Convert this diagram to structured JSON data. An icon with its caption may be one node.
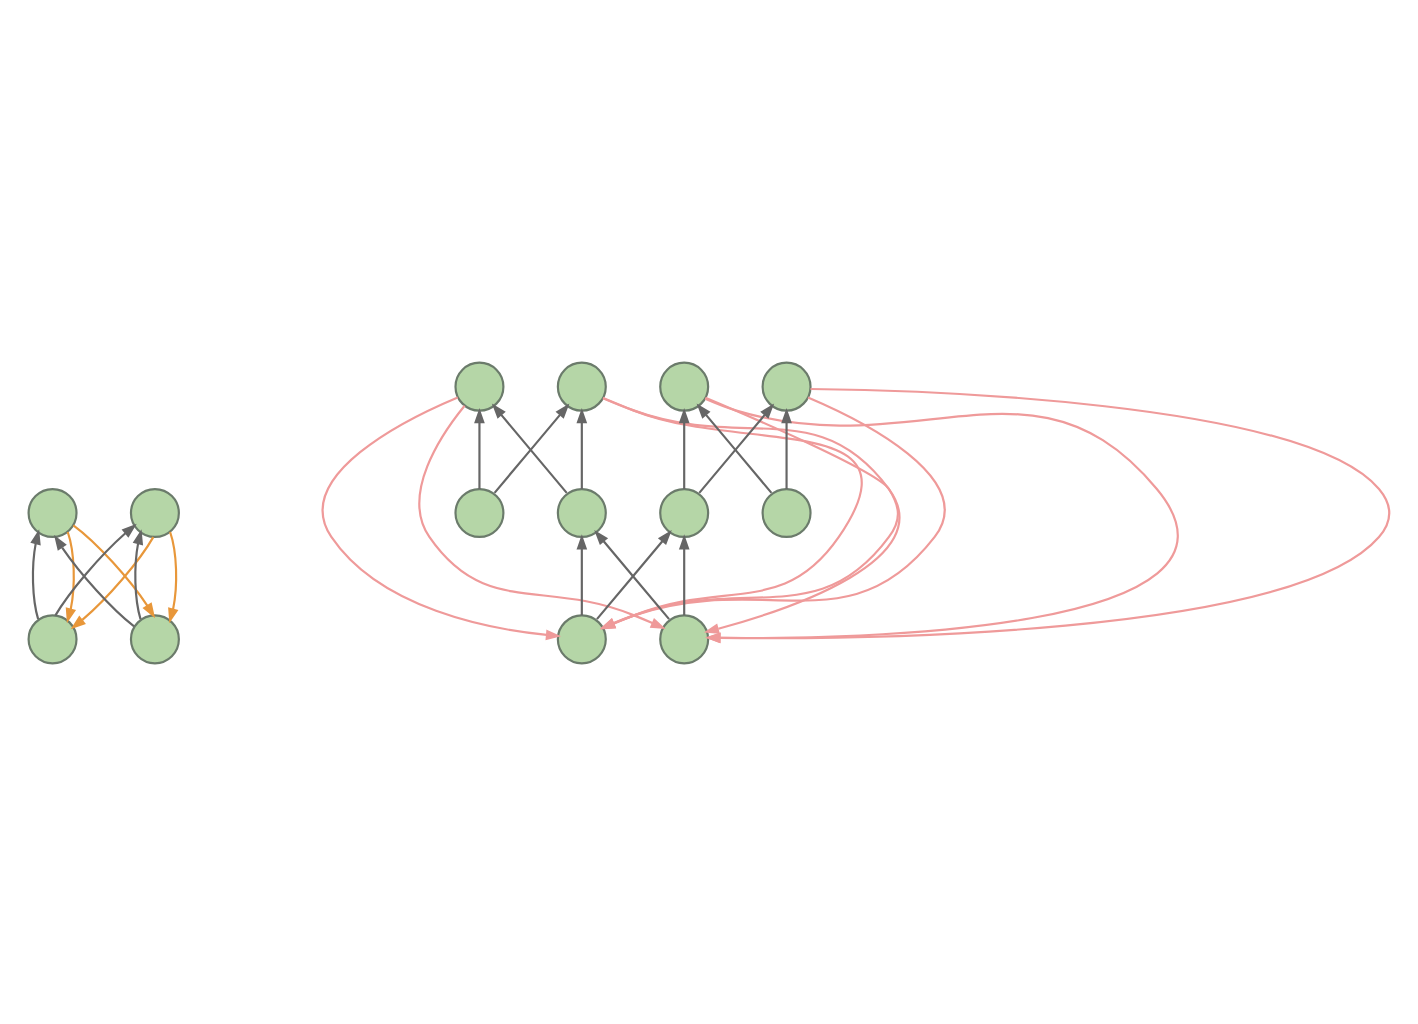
{
  "diagram": {
    "nodes": [
      {
        "text": [],
        "shape": "circle"
      },
      {
        "text": [],
        "shape": "circle"
      },
      {
        "text": [],
        "shape": "circle"
      },
      {
        "text": [],
        "shape": "circle"
      },
      {
        "text": [],
        "shape": "circle"
      },
      {
        "text": [],
        "shape": "circle"
      },
      {
        "text": [],
        "shape": "circle"
      },
      {
        "text": [],
        "shape": "circle"
      },
      {
        "text": [],
        "shape": "circle"
      },
      {
        "text": [],
        "shape": "circle"
      },
      {
        "text": [],
        "shape": "circle"
      },
      {
        "text": [],
        "shape": "circle"
      },
      {
        "text": [],
        "shape": "circle"
      },
      {
        "text": [],
        "shape": "circle"
      }
    ],
    "edges": [
      {
        "from": 2,
        "to": 0,
        "arrow": "to"
      },
      {
        "from": 2,
        "to": 1,
        "arrow": "to"
      },
      {
        "from": 3,
        "to": 0,
        "arrow": "to"
      },
      {
        "from": 3,
        "to": 1,
        "arrow": "to"
      },
      {
        "from": 0,
        "to": 2,
        "arrow": "to",
        "color": "#e8973a"
      },
      {
        "from": 0,
        "to": 3,
        "arrow": "to",
        "color": "#e8973a"
      },
      {
        "from": 1,
        "to": 2,
        "arrow": "to",
        "color": "#e8973a"
      },
      {
        "from": 1,
        "to": 3,
        "arrow": "to",
        "color": "#e8973a"
      },
      {
        "from": 8,
        "to": 4,
        "arrow": "to"
      },
      {
        "from": 8,
        "to": 5,
        "arrow": "to"
      },
      {
        "from": 9,
        "to": 4,
        "arrow": "to"
      },
      {
        "from": 9,
        "to": 5,
        "arrow": "to"
      },
      {
        "from": 10,
        "to": 6,
        "arrow": "to"
      },
      {
        "from": 10,
        "to": 7,
        "arrow": "to"
      },
      {
        "from": 11,
        "to": 6,
        "arrow": "to"
      },
      {
        "from": 11,
        "to": 7,
        "arrow": "to"
      },
      {
        "from": 12,
        "to": 9,
        "arrow": "to"
      },
      {
        "from": 12,
        "to": 10,
        "arrow": "to"
      },
      {
        "from": 13,
        "to": 9,
        "arrow": "to"
      },
      {
        "from": 13,
        "to": 10,
        "arrow": "to"
      },
      {
        "from": 4,
        "to": 12,
        "arrow": "to",
        "color": "#ef9a9a"
      },
      {
        "from": 4,
        "to": 13,
        "arrow": "to",
        "color": "#ef9a9a"
      },
      {
        "from": 5,
        "to": 12,
        "arrow": "to",
        "color": "#ef9a9a"
      },
      {
        "from": 5,
        "to": 13,
        "arrow": "to",
        "color": "#ef9a9a"
      },
      {
        "from": 6,
        "to": 12,
        "arrow": "to",
        "color": "#ef9a9a"
      },
      {
        "from": 6,
        "to": 13,
        "arrow": "to",
        "color": "#ef9a9a"
      },
      {
        "from": 7,
        "to": 12,
        "arrow": "to",
        "color": "#ef9a9a"
      },
      {
        "from": 7,
        "to": 13,
        "arrow": "to",
        "color": "#ef9a9a"
      }
    ]
  }
}
